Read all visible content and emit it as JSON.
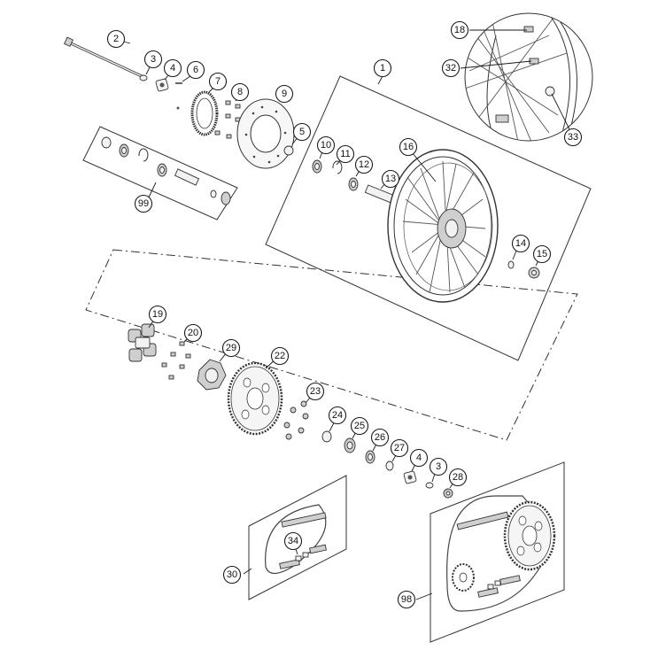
{
  "diagram": {
    "labels": {
      "p1": "1",
      "p2": "2",
      "p3a": "3",
      "p3b": "3",
      "p4a": "4",
      "p4b": "4",
      "p5": "5",
      "p6": "6",
      "p7": "7",
      "p8": "8",
      "p9": "9",
      "p10": "10",
      "p11": "11",
      "p12": "12",
      "p13": "13",
      "p14": "14",
      "p15": "15",
      "p16": "16",
      "p18": "18",
      "p19": "19",
      "p20": "20",
      "p22": "22",
      "p23": "23",
      "p24": "24",
      "p25": "25",
      "p26": "26",
      "p27": "27",
      "p28": "28",
      "p29": "29",
      "p30": "30",
      "p32": "32",
      "p33": "33",
      "p34": "34",
      "p98": "98",
      "p99": "99"
    }
  }
}
